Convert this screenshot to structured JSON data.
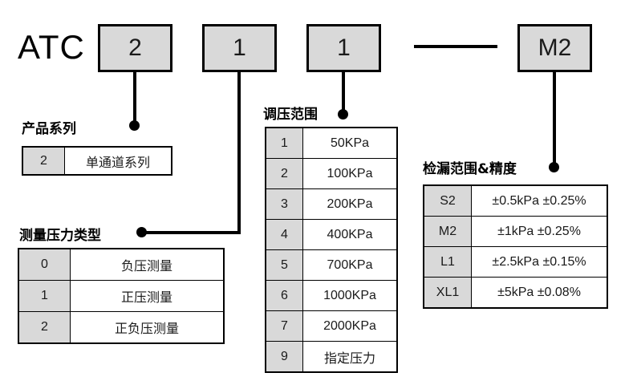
{
  "model_code": {
    "prefix": "ATC",
    "boxes": [
      {
        "value": "2"
      },
      {
        "value": "1"
      },
      {
        "value": "1"
      },
      {
        "value": "M2"
      }
    ],
    "separator": "—"
  },
  "sections": {
    "product_series": {
      "label": "产品系列",
      "rows": [
        {
          "code": "2",
          "desc": "单通道系列"
        }
      ]
    },
    "measure_pressure_type": {
      "label": "测量压力类型",
      "rows": [
        {
          "code": "0",
          "desc": "负压测量"
        },
        {
          "code": "1",
          "desc": "正压测量"
        },
        {
          "code": "2",
          "desc": "正负压测量"
        }
      ]
    },
    "pressure_range": {
      "label": "调压范围",
      "rows": [
        {
          "code": "1",
          "desc": "50KPa"
        },
        {
          "code": "2",
          "desc": "100KPa"
        },
        {
          "code": "3",
          "desc": "200KPa"
        },
        {
          "code": "4",
          "desc": "400KPa"
        },
        {
          "code": "5",
          "desc": "700KPa"
        },
        {
          "code": "6",
          "desc": "1000KPa"
        },
        {
          "code": "7",
          "desc": "2000KPa"
        },
        {
          "code": "9",
          "desc": "指定压力"
        }
      ]
    },
    "leak_range_accuracy": {
      "label": "检漏范围&精度",
      "rows": [
        {
          "code": "S2",
          "desc": "±0.5kPa ±0.25%"
        },
        {
          "code": "M2",
          "desc": "±1kPa ±0.25%"
        },
        {
          "code": "L1",
          "desc": "±2.5kPa ±0.15%"
        },
        {
          "code": "XL1",
          "desc": "±5kPa ±0.08%"
        }
      ]
    }
  },
  "colors": {
    "box_fill": "#d9d9d9",
    "line": "#000000",
    "background": "#ffffff"
  }
}
